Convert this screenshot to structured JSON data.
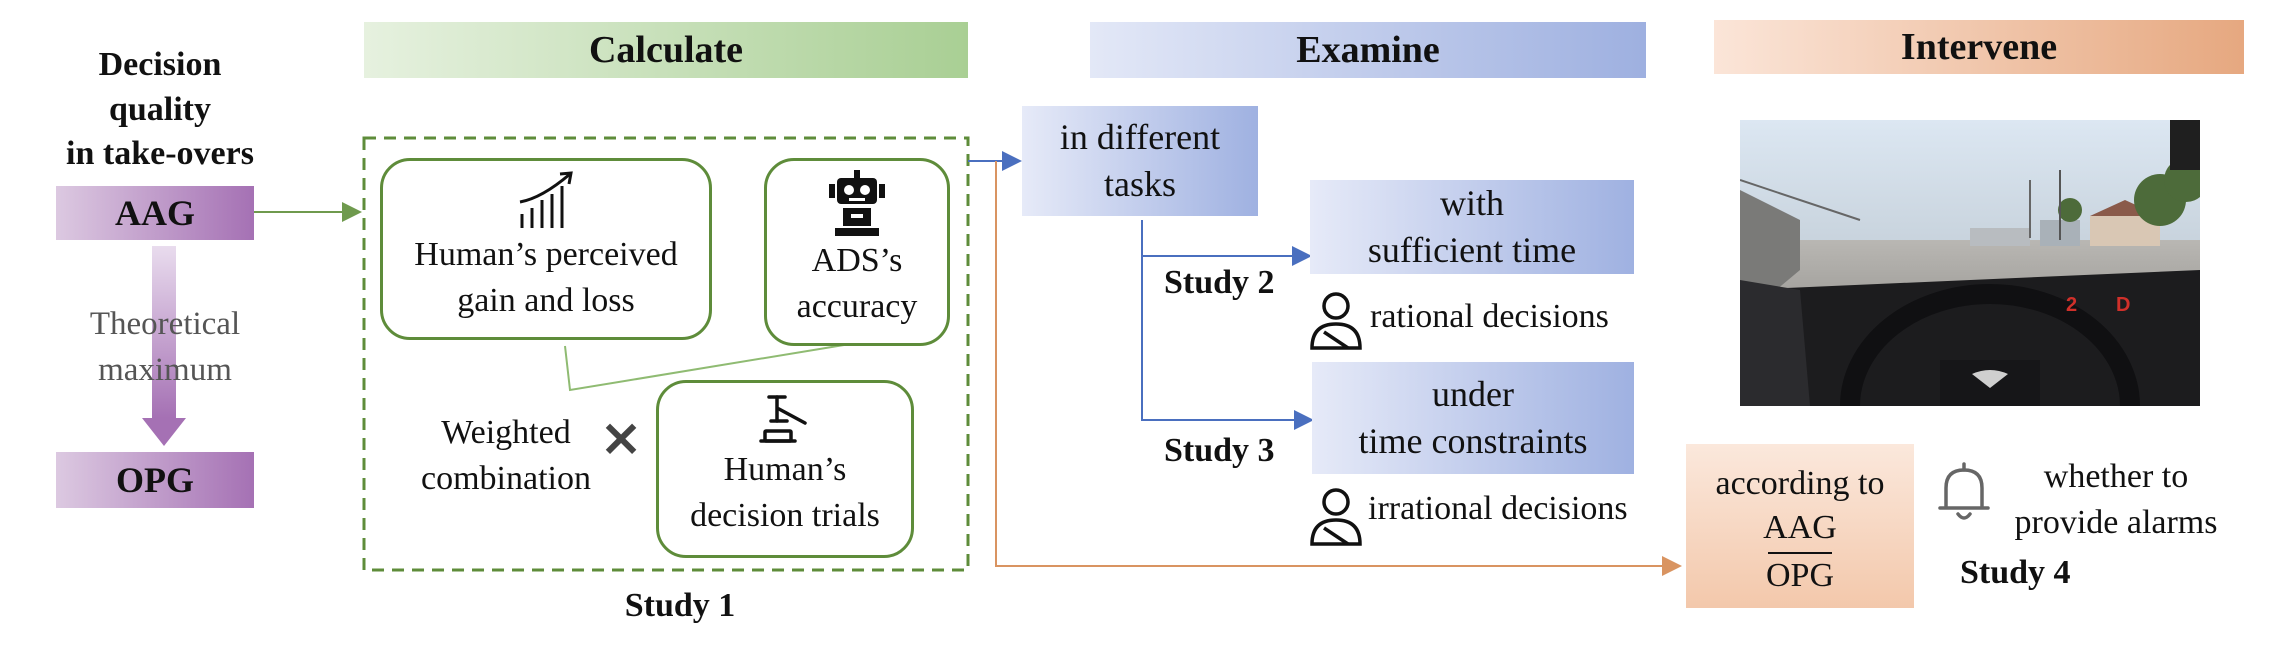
{
  "colors": {
    "green": "#5e8c3a",
    "blue": "#4a6fbf",
    "orange": "#d99461",
    "purple": "#a571b4"
  },
  "left": {
    "title_lines": [
      "Decision",
      "quality",
      "in take-overs"
    ],
    "aag": "AAG",
    "theoretical": [
      "Theoretical",
      "maximum"
    ],
    "opg": "OPG"
  },
  "headers": {
    "calculate": "Calculate",
    "examine": "Examine",
    "intervene": "Intervene"
  },
  "calculate": {
    "gain_loss": [
      "Human’s perceived",
      "gain and loss"
    ],
    "ads": [
      "ADS’s",
      "accuracy"
    ],
    "weighted": [
      "Weighted",
      "combination"
    ],
    "times_symbol": "×",
    "trials": [
      "Human’s",
      "decision trials"
    ],
    "study": "Study 1",
    "icons": [
      "growth-chart-icon",
      "robot-icon",
      "gavel-icon"
    ]
  },
  "examine": {
    "tasks": [
      "in different",
      "tasks"
    ],
    "sufficient": [
      "with",
      "sufficient time"
    ],
    "study2": "Study 2",
    "rational": "rational decisions",
    "constraint": [
      "under",
      "time constraints"
    ],
    "study3": "Study 3",
    "irrational": "irrational decisions",
    "icons": [
      "person-icon",
      "person-icon"
    ]
  },
  "intervene": {
    "hud_gear": "2",
    "hud_drive": "D",
    "according": "according to",
    "frac_num": "AAG",
    "frac_den": "OPG",
    "alarm": [
      "whether to",
      "provide alarms"
    ],
    "study4": "Study 4",
    "icons": [
      "bell-icon",
      "driving-scene-image"
    ]
  }
}
